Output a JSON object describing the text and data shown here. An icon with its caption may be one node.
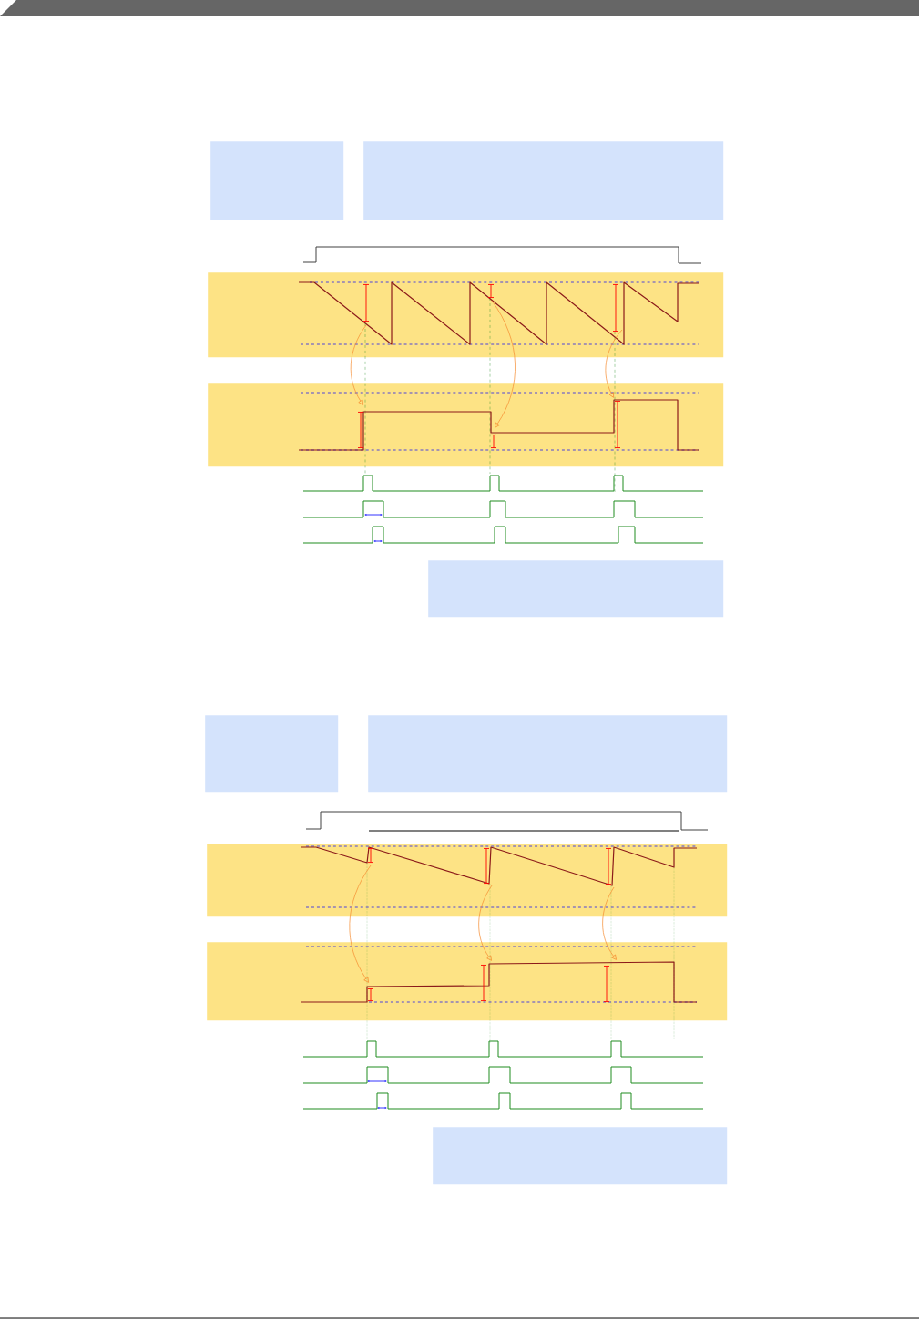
{
  "diagram": {
    "nodes": [
      {
        "text": [],
        "shape": "box"
      },
      {
        "text": [],
        "shape": "box"
      },
      {
        "text": [],
        "shape": "box"
      },
      {
        "text": [],
        "shape": "box"
      },
      {
        "text": [],
        "shape": "box"
      },
      {
        "text": [],
        "shape": "box"
      },
      {
        "text": [],
        "shape": "box"
      },
      {
        "text": [],
        "shape": "box"
      },
      {
        "text": [],
        "shape": "box"
      },
      {
        "text": [],
        "shape": "box"
      }
    ],
    "edges": [
      {
        "from": 2,
        "to": 3,
        "arrow": "to"
      },
      {
        "from": 2,
        "to": 3,
        "arrow": "to"
      },
      {
        "from": 2,
        "to": 3,
        "arrow": "to"
      },
      {
        "from": 7,
        "to": 8,
        "arrow": "to"
      },
      {
        "from": 7,
        "to": 8,
        "arrow": "to"
      },
      {
        "from": 7,
        "to": 8,
        "arrow": "to"
      }
    ]
  }
}
